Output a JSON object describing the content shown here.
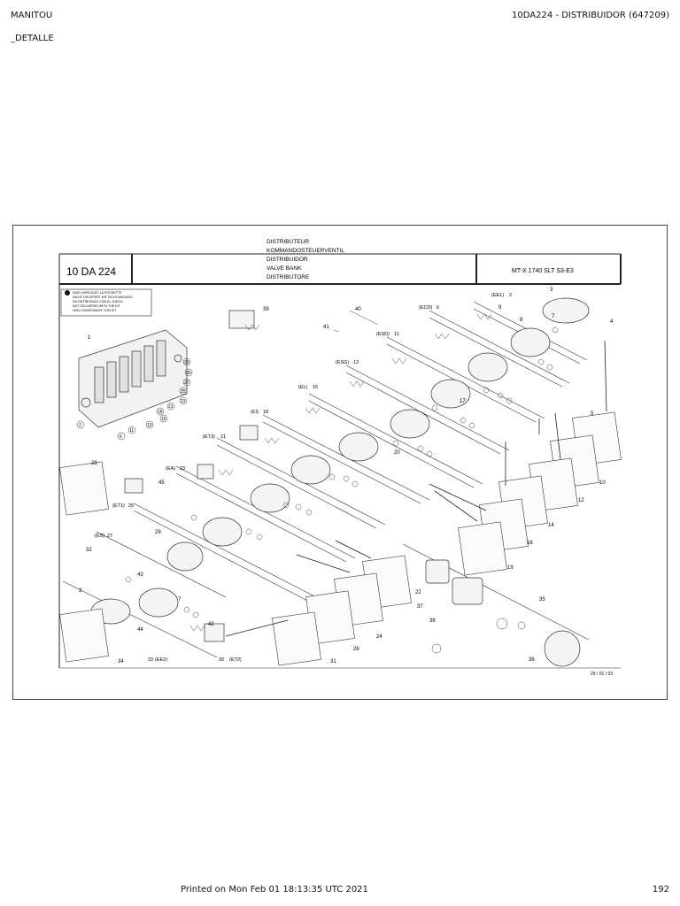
{
  "header": {
    "brand": "MANITOU",
    "subtitle": "_DETALLE",
    "doc_title": "10DA224 - DISTRIBUIDOR (647209)"
  },
  "drawing": {
    "code": "10 DA 224",
    "titles": [
      "DISTRIBUTEUR",
      "KOMMANDOSTEUERVENTIL",
      "DISTRIBUIDOR",
      "VALVE BANK",
      "DISTRIBUTORE"
    ],
    "model": "MT-X 1740 SLT S3-E3",
    "notice": [
      "NON LIVRE AVEC LA POCHETTE",
      "NICHT GELIEFERT MIT DICHTUNGSATZ",
      "NO ENTREGADO CON EL JUEGO",
      "NOT DELIVERED WITH THE KIT",
      "NON CONSEGNATE CON KIT"
    ],
    "date": "29 / 01 / 03",
    "callouts": [
      "1",
      "2",
      "3",
      "4",
      "5",
      "6",
      "7",
      "8",
      "9",
      "10",
      "11",
      "12",
      "13",
      "14",
      "15",
      "16",
      "17",
      "18",
      "19",
      "20",
      "21",
      "22",
      "23",
      "24",
      "25",
      "26",
      "27",
      "28",
      "29",
      "30",
      "31",
      "32",
      "33",
      "34",
      "35",
      "36",
      "37",
      "38",
      "39",
      "40",
      "41",
      "42",
      "43",
      "44",
      "45"
    ],
    "section_labels": [
      "(EE1)",
      "(ECD)",
      "(ESD)",
      "(ESG)",
      "(EL)",
      "(EI)",
      "(ET3)",
      "(EA)",
      "(ET1)",
      "(ES)",
      "(EE2)",
      "(ET2)"
    ]
  },
  "footer": {
    "printed": "Printed on   Mon Feb 01 18:13:35 UTC 2021",
    "page": "192"
  }
}
